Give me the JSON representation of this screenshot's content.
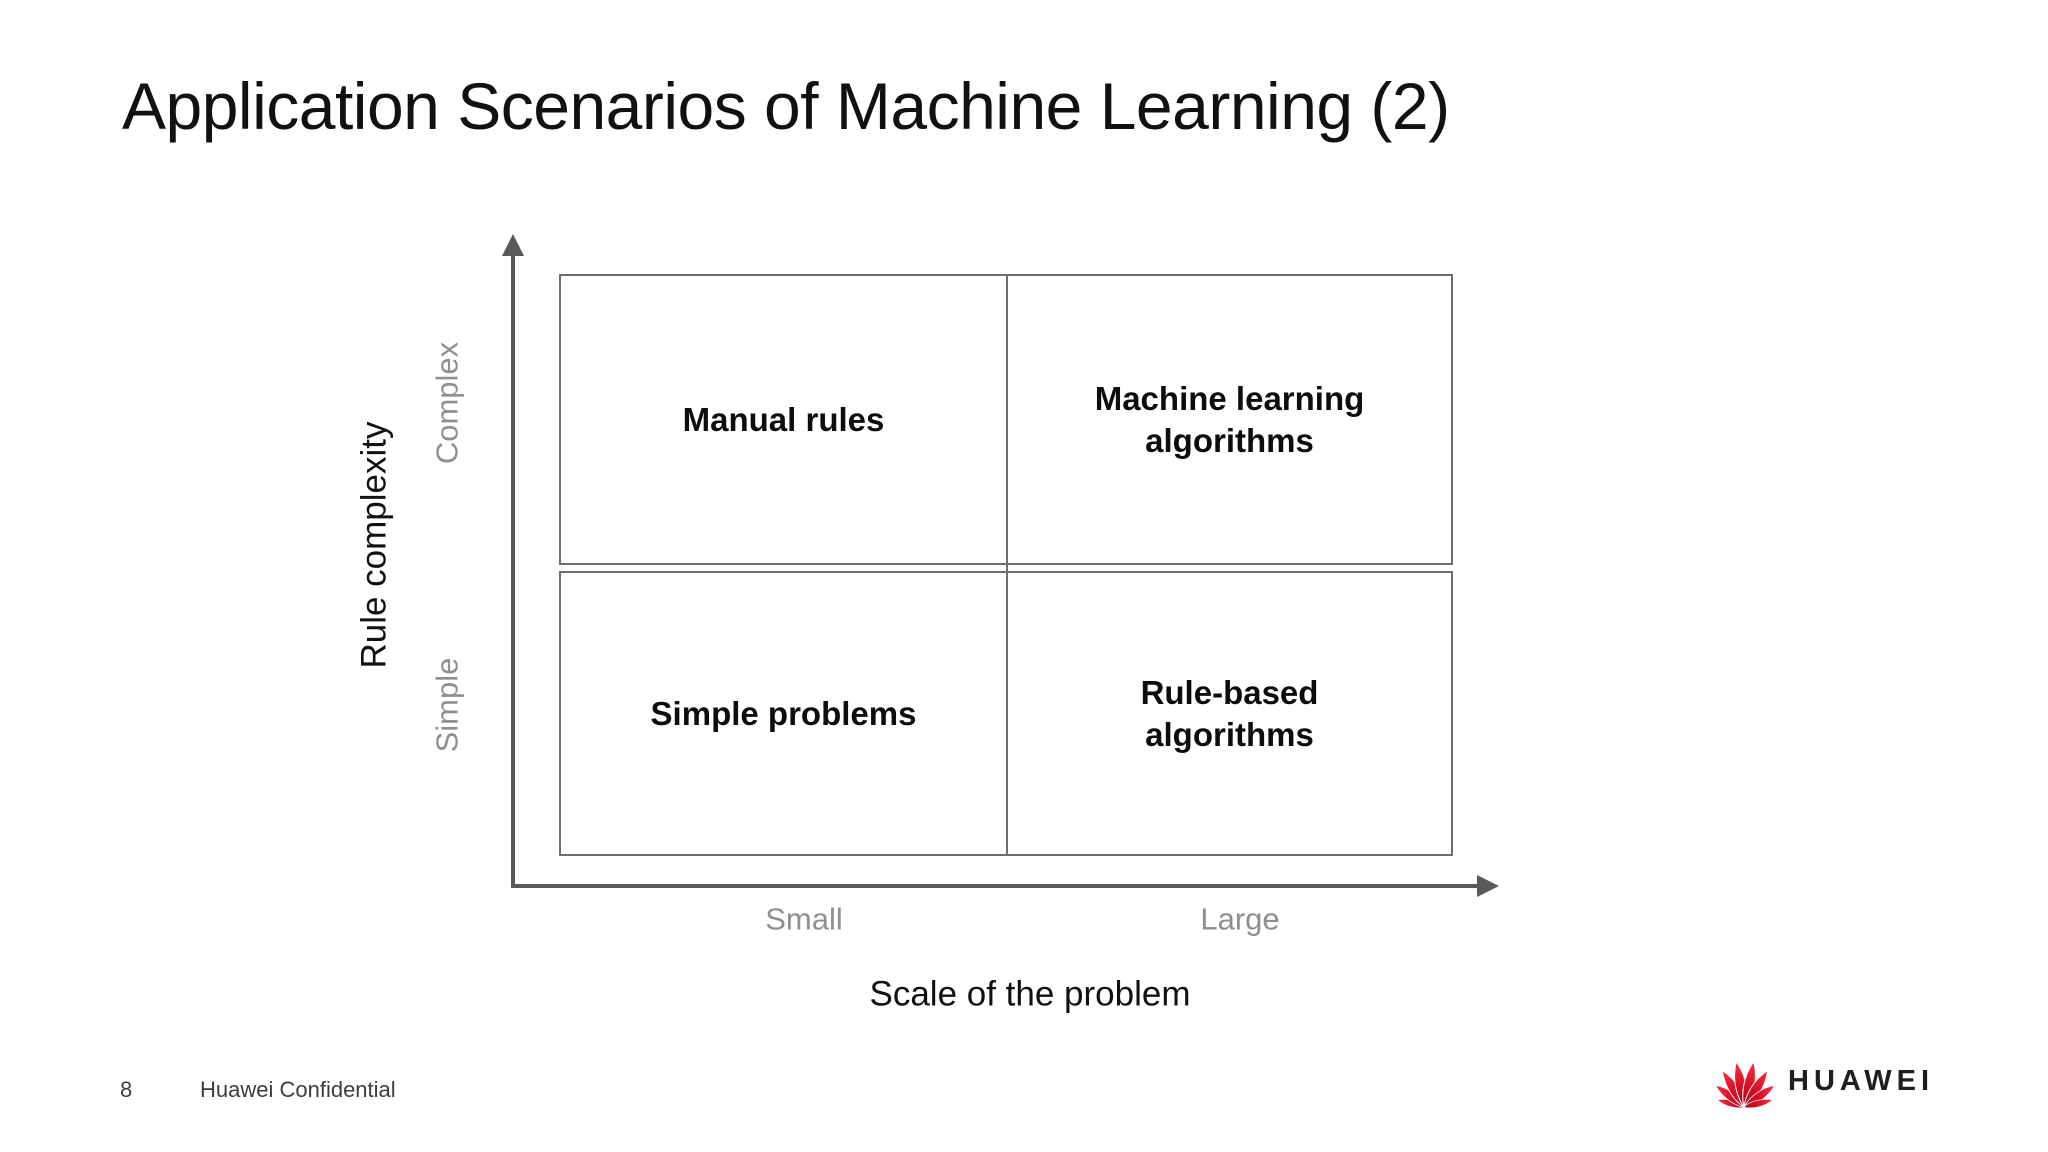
{
  "slide": {
    "title": "Application Scenarios of Machine Learning (2)",
    "footer": {
      "page_number": "8",
      "confidential": "Huawei Confidential"
    },
    "logo": {
      "wordmark": "HUAWEI",
      "icon": "huawei-flower-icon",
      "brand_red": "#CE0E2D"
    }
  },
  "diagram": {
    "type": "quadrant-matrix",
    "y_axis": {
      "title": "Rule complexity",
      "tick_top": "Complex",
      "tick_bottom": "Simple"
    },
    "x_axis": {
      "title": "Scale of the problem",
      "tick_left": "Small",
      "tick_right": "Large"
    },
    "quadrants": {
      "top_left": "Manual rules",
      "top_right": "Machine learning\nalgorithms",
      "bottom_left": "Simple problems",
      "bottom_right": "Rule-based\nalgorithms"
    },
    "colors": {
      "axis": "#595959",
      "grid_border": "#6e6e6e",
      "tick_label": "#8f8f8f",
      "quadrant_text": "#0d0d0d"
    }
  }
}
